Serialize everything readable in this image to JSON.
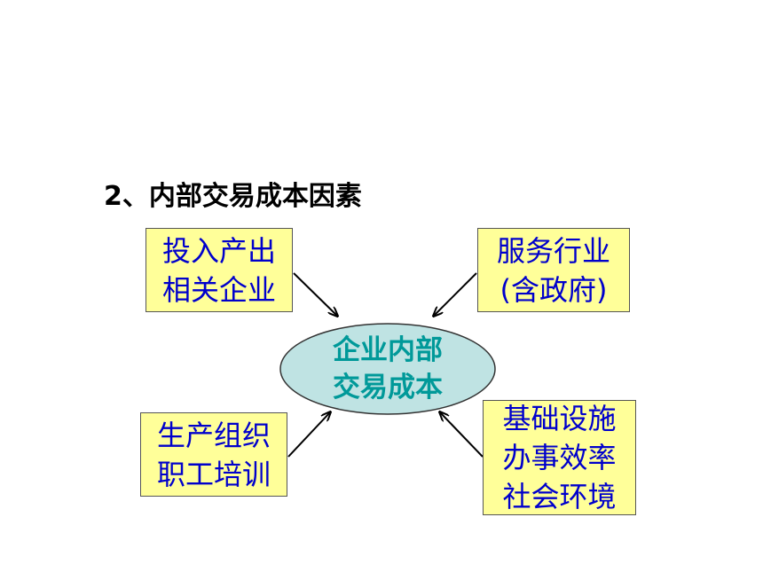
{
  "title": "2、内部交易成本因素",
  "center": {
    "line1": "企业内部",
    "line2": "交易成本"
  },
  "factors": {
    "top_left": {
      "line1": "投入产出",
      "line2": "相关企业"
    },
    "top_right": {
      "line1": "服务行业",
      "line2": "(含政府)"
    },
    "bottom_left": {
      "line1": "生产组织",
      "line2": "职工培训"
    },
    "bottom_right": {
      "line1": "基础设施",
      "line2": "办事效率",
      "line3": "社会环境"
    }
  },
  "colors": {
    "box_fill": "#ffff99",
    "box_text": "#0000cc",
    "ellipse_fill": "#bfe3e3",
    "ellipse_text": "#009999",
    "arrow": "#000000"
  }
}
